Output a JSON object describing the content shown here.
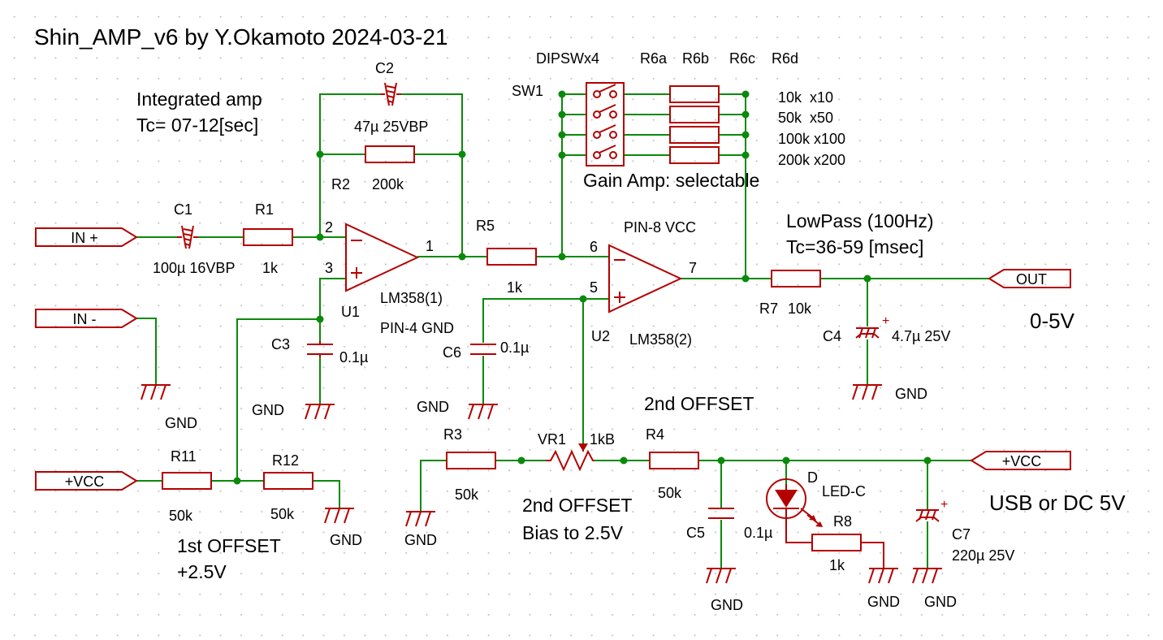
{
  "title": "Shin_AMP_v6 by Y.Okamoto 2024-03-21",
  "notes": {
    "integrated_amp": "Integrated amp",
    "tc1": "Tc= 07-12[sec]",
    "gain_amp": "Gain Amp: selectable",
    "lowpass": "LowPass (100Hz)",
    "tc2": "Tc=36-59 [msec]",
    "out_range": "0-5V",
    "power": "USB or DC 5V",
    "first_offset": "1st OFFSET",
    "first_offset_v": "+2.5V",
    "second_offset_top": "2nd OFFSET",
    "second_offset_bot": "2nd OFFSET",
    "bias": "Bias to 2.5V",
    "pin4": "PIN-4 GND",
    "pin8": "PIN-8 VCC",
    "dipswx4": "DIPSWx4"
  },
  "ports": {
    "in_plus": "IN +",
    "in_minus": "IN -",
    "vcc_left": "+VCC",
    "vcc_right": "+VCC",
    "out": "OUT"
  },
  "components": {
    "c1": {
      "ref": "C1",
      "value": "100µ 16VBP"
    },
    "r1": {
      "ref": "R1",
      "value": "1k"
    },
    "c2": {
      "ref": "C2",
      "value": "47µ 25VBP"
    },
    "r2": {
      "ref": "R2",
      "value": "200k"
    },
    "u1": {
      "ref": "U1",
      "value": "LM358(1)"
    },
    "c3": {
      "ref": "C3",
      "value": "0.1µ"
    },
    "r5": {
      "ref": "R5",
      "value": "1k"
    },
    "sw1": {
      "ref": "SW1"
    },
    "r6": {
      "refs": [
        "R6a",
        "R6b",
        "R6c",
        "R6d"
      ],
      "values": [
        "10k  x10",
        "50k  x50",
        "100k x100",
        "200k x200"
      ]
    },
    "u2": {
      "ref": "U2",
      "value": "LM358(2)"
    },
    "c6": {
      "ref": "C6",
      "value": "0.1µ"
    },
    "r7": {
      "ref": "R7",
      "value": "10k"
    },
    "c4": {
      "ref": "C4",
      "value": "4.7µ 25V"
    },
    "r11": {
      "ref": "R11",
      "value": "50k"
    },
    "r12": {
      "ref": "R12",
      "value": "50k"
    },
    "r3": {
      "ref": "R3",
      "value": "50k"
    },
    "vr1": {
      "ref": "VR1",
      "value": "1kB"
    },
    "r4": {
      "ref": "R4",
      "value": "50k"
    },
    "c5": {
      "ref": "C5",
      "value": "0.1µ"
    },
    "d": {
      "ref": "D",
      "value": "LED-C"
    },
    "r8": {
      "ref": "R8",
      "value": "1k"
    },
    "c7": {
      "ref": "C7",
      "value": "220µ 25V"
    }
  },
  "pins": {
    "p1": "1",
    "p2": "2",
    "p3": "3",
    "p5": "5",
    "p6": "6",
    "p7": "7"
  },
  "gnd_label": "GND"
}
